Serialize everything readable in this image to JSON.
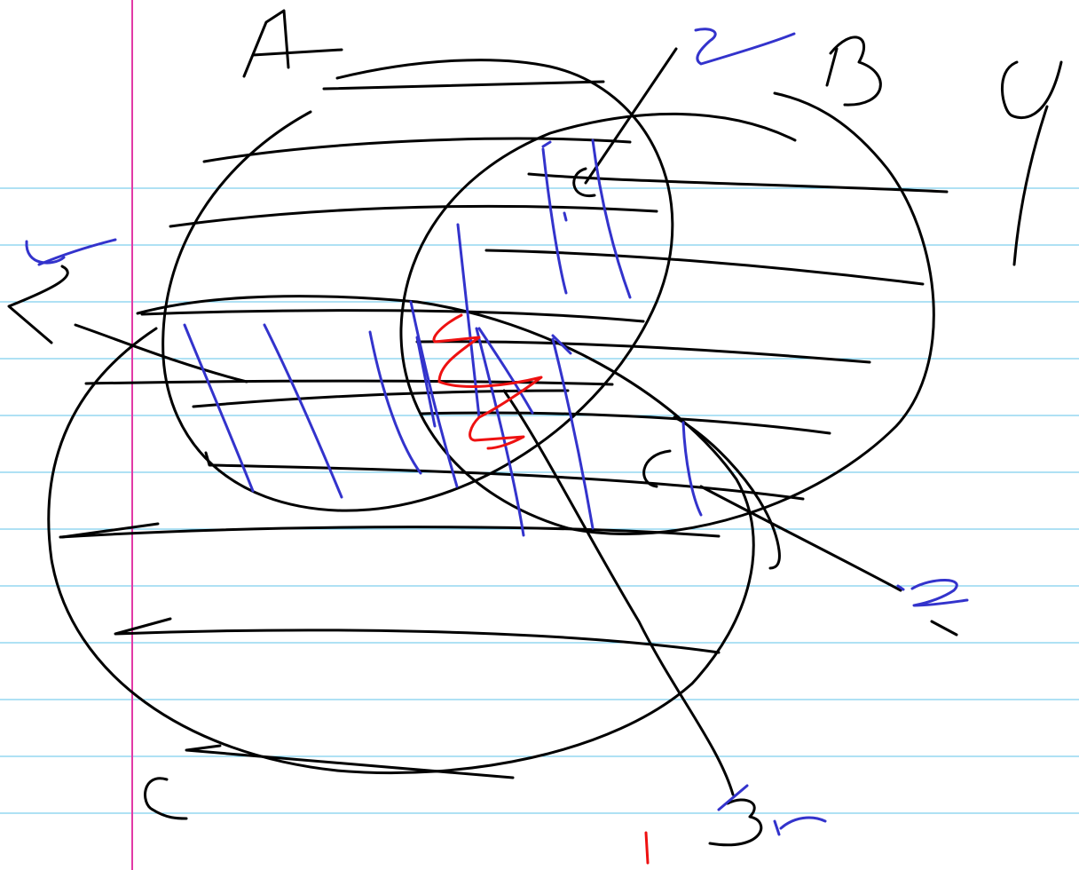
{
  "diagram": {
    "kind": "venn-three-sets-handwritten",
    "sets": [
      {
        "label": "A"
      },
      {
        "label": "B"
      },
      {
        "label": "C"
      }
    ],
    "annotations": {
      "region_sign_left_ellipse": "-",
      "region_number_bottom": "3",
      "region_number_red": "1",
      "region_number_top": "2",
      "region_number_right": "2"
    },
    "colors": {
      "paper": "#ffffff",
      "rule_lines": "#5fc3e8",
      "margin_line": "#e23aa6",
      "black_ink": "#000000",
      "blue_ink": "#3333cc",
      "red_ink": "#ee1111"
    }
  }
}
